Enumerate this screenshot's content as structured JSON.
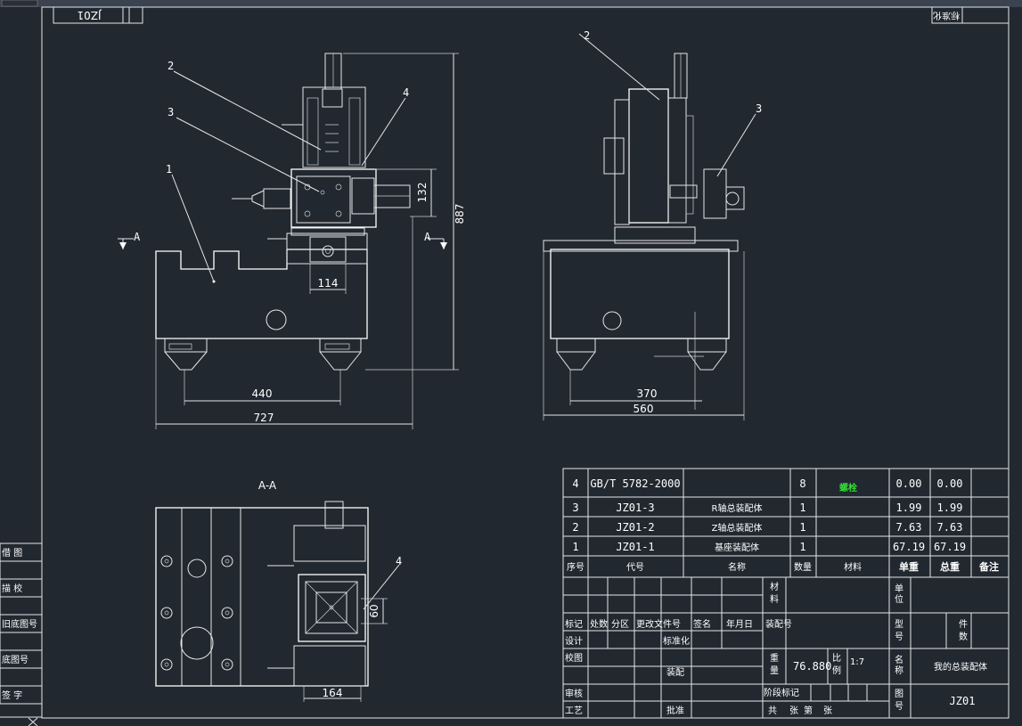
{
  "top_strip": {
    "drawing_no_rotated": "JZ01"
  },
  "views": {
    "front": {
      "callouts": [
        "1",
        "2",
        "3",
        "4"
      ],
      "section_label": "A",
      "dims": [
        "887",
        "132",
        "114",
        "440",
        "727"
      ]
    },
    "side": {
      "callouts": [
        "2",
        "3"
      ],
      "dims": [
        "370",
        "560"
      ]
    },
    "section": {
      "title": "A-A",
      "callouts": [
        "4"
      ],
      "dims": [
        "60",
        "164"
      ]
    }
  },
  "left_margin": [
    "借 图",
    "描 校",
    "旧底图号",
    "底图号",
    "签 字"
  ],
  "bom": {
    "rows": [
      {
        "no": "4",
        "code": "GB/T 5782-2000",
        "name": "",
        "qty": "8",
        "material": "螺栓",
        "unit_w": "0.00",
        "total_w": "0.00",
        "note": ""
      },
      {
        "no": "3",
        "code": "JZ01-3",
        "name": "R轴总装配体",
        "qty": "1",
        "material": "",
        "unit_w": "1.99",
        "total_w": "1.99",
        "note": ""
      },
      {
        "no": "2",
        "code": "JZ01-2",
        "name": "Z轴总装配体",
        "qty": "1",
        "material": "",
        "unit_w": "7.63",
        "total_w": "7.63",
        "note": ""
      },
      {
        "no": "1",
        "code": "JZ01-1",
        "name": "基座装配体",
        "qty": "1",
        "material": "",
        "unit_w": "67.19",
        "total_w": "67.19",
        "note": ""
      }
    ],
    "header": {
      "no": "序号",
      "code": "代号",
      "name": "名称",
      "qty": "数量",
      "material": "材料",
      "unit_w": "单重",
      "total_w": "总重",
      "note": "备注"
    }
  },
  "title_block": {
    "mark": "标记",
    "count": "处数",
    "zone": "分区",
    "change_doc": "更改文件号",
    "sign": "签名",
    "date": "年月日",
    "design": "设计",
    "standardize": "标准化",
    "check": "校图",
    "process_review": "审核",
    "craft": "工艺",
    "approve": "批准",
    "assembly": "装配",
    "material_label": "材料",
    "assembly_no_label": "装配号",
    "weight_label": "重量",
    "weight": "76.880",
    "scale_label": "比例",
    "scale": "1:7",
    "unit_label": "单位",
    "model_label": "型号",
    "pieces_label": "件数",
    "name_label": "名称",
    "name": "我的总装配体",
    "drawing_label": "图号",
    "drawing_no": "JZ01",
    "stage_mark": "阶段标记",
    "total": "共",
    "sheet": "张",
    "page": "第",
    "page2": "张"
  },
  "corner_label": "标准化"
}
